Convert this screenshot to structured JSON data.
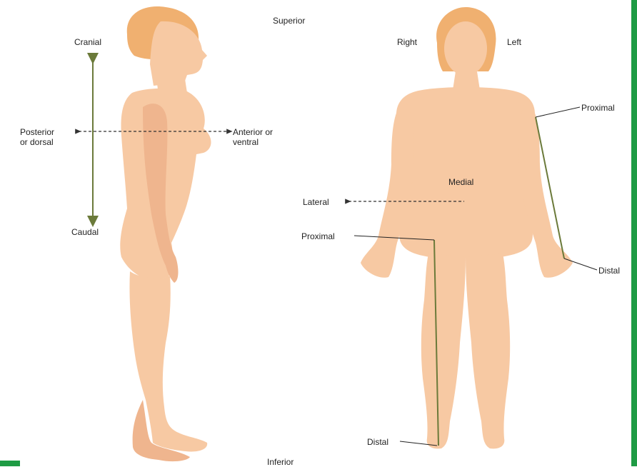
{
  "colors": {
    "skin": "#f7c9a3",
    "skin_shade": "#efb58e",
    "hair": "#f0b070",
    "hair_shade": "#e39a55",
    "arrow_green": "#6b7a3a",
    "dashed": "#333333",
    "corner": "#1e9b44"
  },
  "labels": {
    "superior": "Superior",
    "inferior": "Inferior",
    "cranial": "Cranial",
    "caudal": "Caudal",
    "posterior": "Posterior\nor dorsal",
    "anterior": "Anterior or\nventral",
    "right": "Right",
    "left": "Left",
    "proximal_arm": "Proximal",
    "distal_arm": "Distal",
    "medial": "Medial",
    "lateral": "Lateral",
    "proximal_leg": "Proximal",
    "distal_leg": "Distal"
  }
}
